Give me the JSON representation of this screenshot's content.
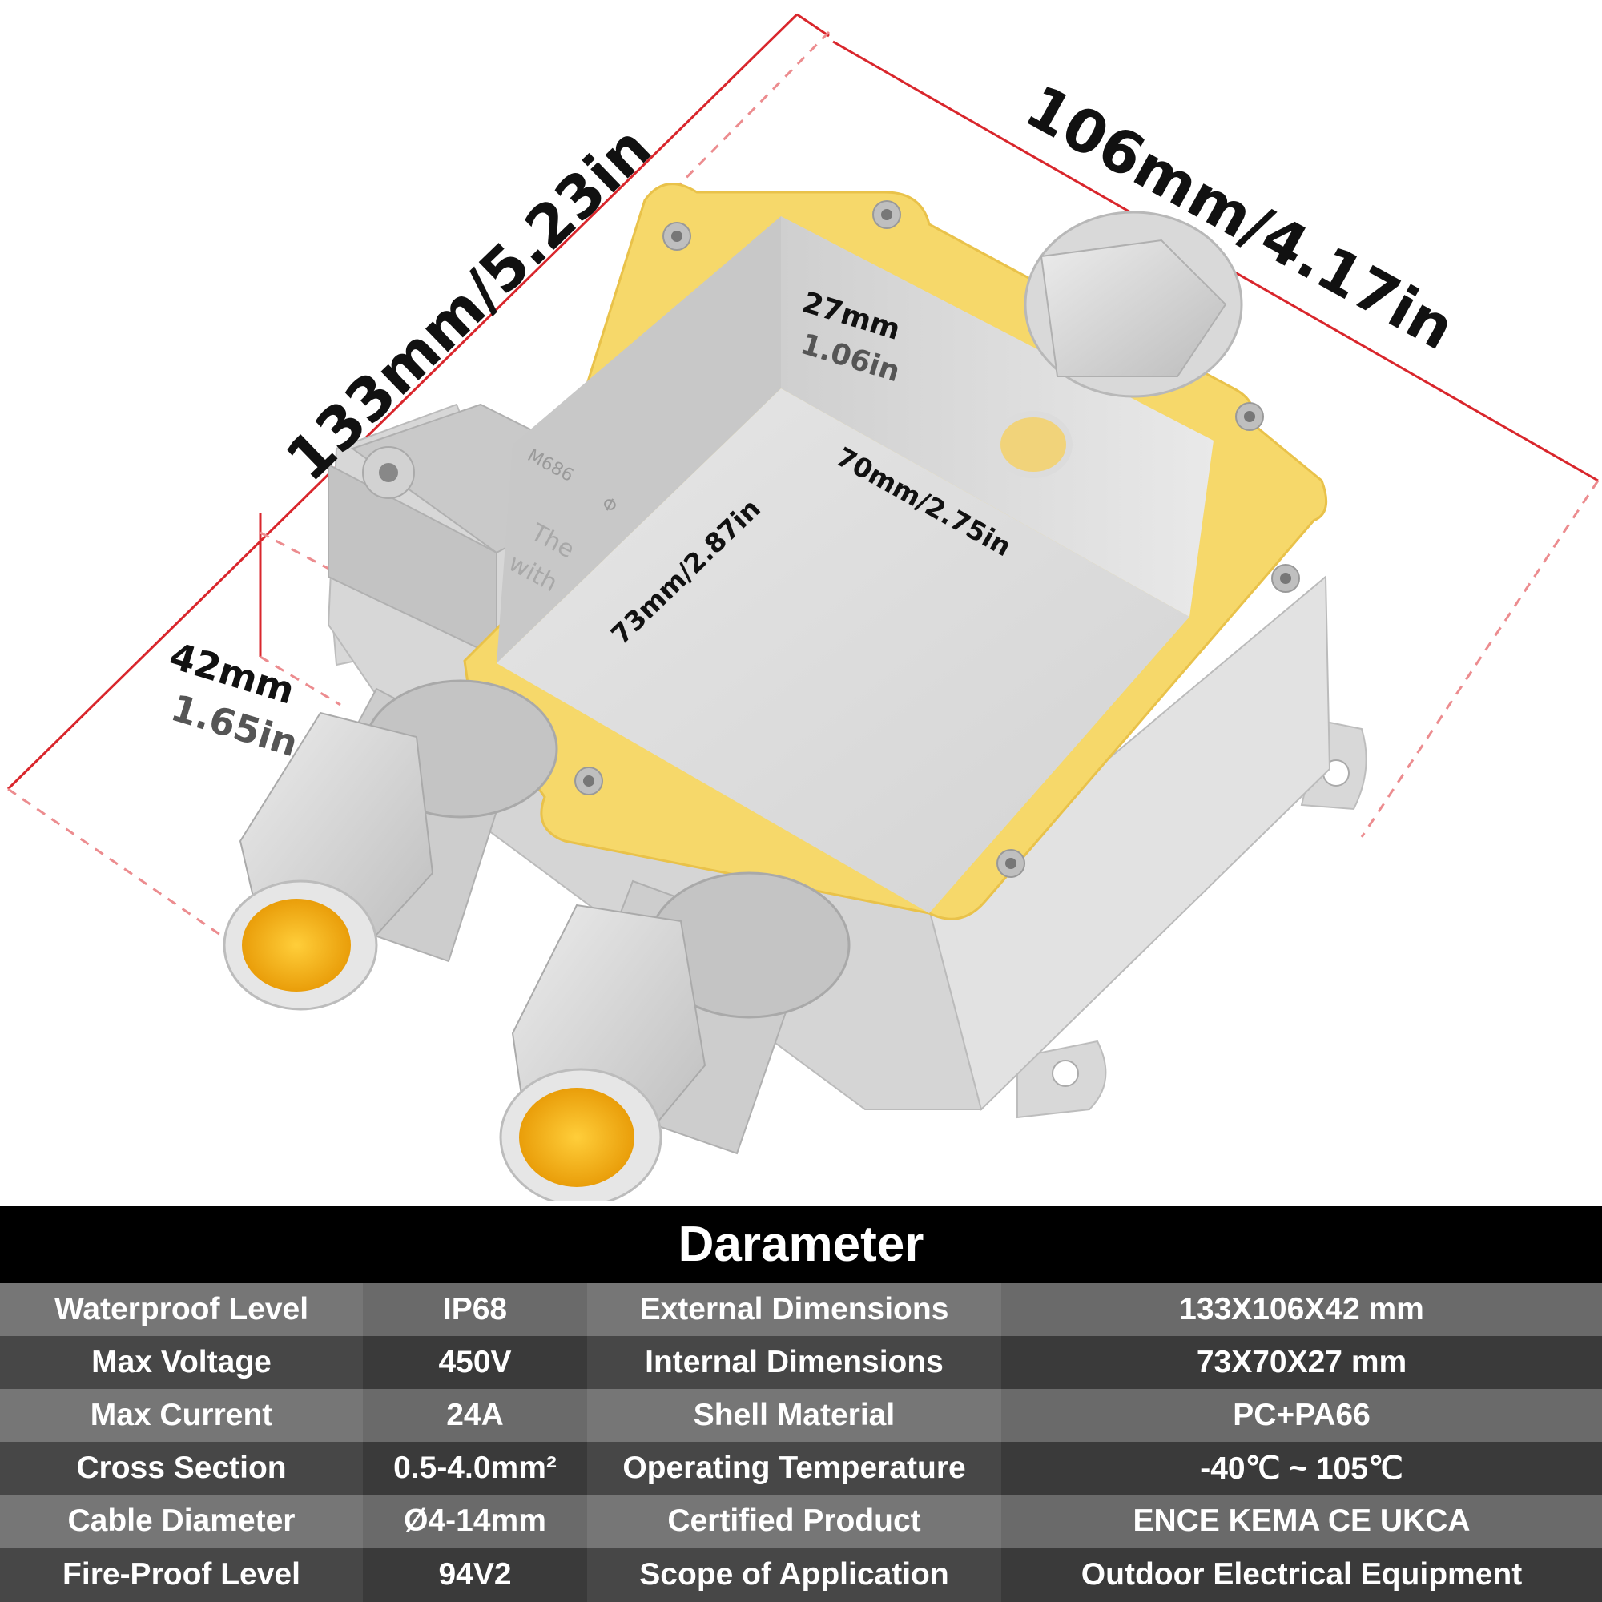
{
  "dimensions": {
    "length": "133mm/5.23in",
    "width": "106mm/4.17in",
    "height_mm": "42mm",
    "height_in": "1.65in",
    "inner_depth_mm": "27mm",
    "inner_depth_in": "1.06in",
    "inner_width": "70mm/2.75in",
    "inner_length": "73mm/2.87in"
  },
  "housing_marking": {
    "model": "M686",
    "phi": "Φ",
    "text_line1": "The",
    "text_line2": "with"
  },
  "colors": {
    "dimension_line": "#d9262c",
    "gasket": "#f6d86a",
    "housing": "#dcdcdc",
    "cable_seal": "#f2a500"
  },
  "parameters": {
    "title": "Darameter",
    "rows": [
      {
        "label1": "Waterproof Level",
        "value1": "IP68",
        "label2": "External Dimensions",
        "value2": "133X106X42 mm"
      },
      {
        "label1": "Max Voltage",
        "value1": "450V",
        "label2": "Internal Dimensions",
        "value2": "73X70X27 mm"
      },
      {
        "label1": "Max Current",
        "value1": "24A",
        "label2": "Shell Material",
        "value2": "PC+PA66"
      },
      {
        "label1": "Cross Section",
        "value1": "0.5-4.0mm²",
        "label2": "Operating Temperature",
        "value2": "-40℃ ~ 105℃"
      },
      {
        "label1": "Cable Diameter",
        "value1": "Ø4-14mm",
        "label2": "Certified Product",
        "value2": "ENCE KEMA CE UKCA"
      },
      {
        "label1": "Fire-Proof Level",
        "value1": "94V2",
        "label2": "Scope of Application",
        "value2": "Outdoor Electrical Equipment"
      }
    ]
  }
}
